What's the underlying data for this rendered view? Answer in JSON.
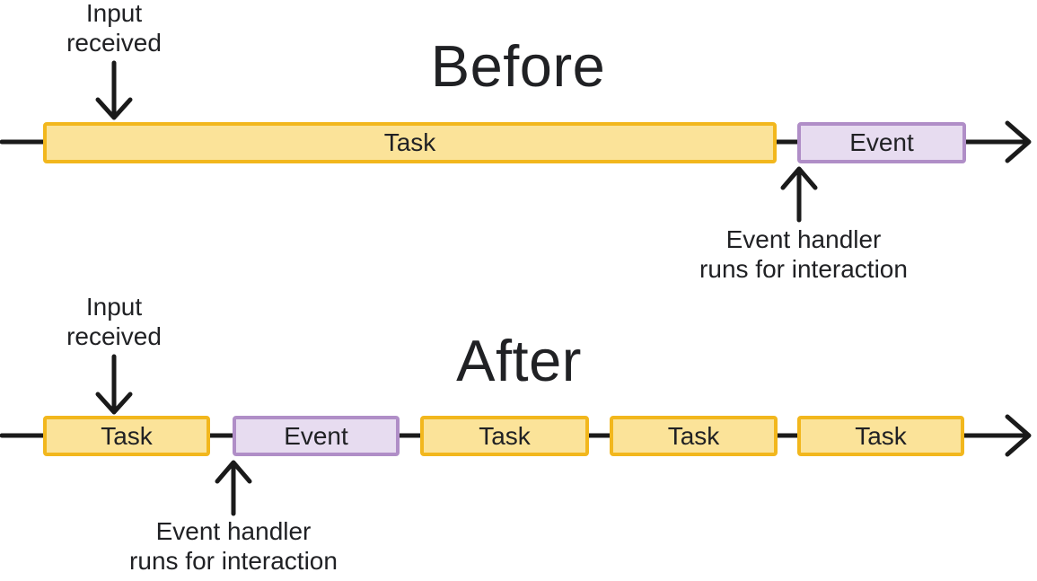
{
  "diagram": {
    "before": {
      "title": "Before",
      "input_label_line1": "Input",
      "input_label_line2": "received",
      "handler_label_line1": "Event handler",
      "handler_label_line2": "runs for interaction",
      "segments": [
        {
          "type": "task",
          "label": "Task"
        },
        {
          "type": "event",
          "label": "Event"
        }
      ]
    },
    "after": {
      "title": "After",
      "input_label_line1": "Input",
      "input_label_line2": "received",
      "handler_label_line1": "Event handler",
      "handler_label_line2": "runs for interaction",
      "segments": [
        {
          "type": "task",
          "label": "Task"
        },
        {
          "type": "event",
          "label": "Event"
        },
        {
          "type": "task",
          "label": "Task"
        },
        {
          "type": "task",
          "label": "Task"
        },
        {
          "type": "task",
          "label": "Task"
        }
      ]
    },
    "colors": {
      "task_fill": "#FBE399",
      "task_border": "#F2B71D",
      "event_fill": "#E7DCF0",
      "event_border": "#B08EC7",
      "line": "#1A1A1A",
      "text": "#202124"
    }
  }
}
